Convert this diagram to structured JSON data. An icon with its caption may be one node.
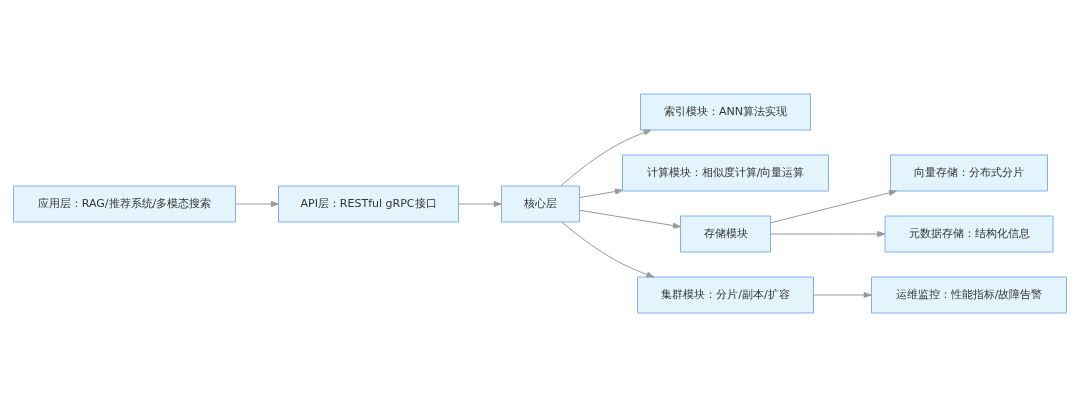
{
  "diagram": {
    "nodes": [
      {
        "text": [
          "应用层：RAG/推荐系统/多模态搜索"
        ]
      },
      {
        "text": [
          "API层：RESTful gRPC接口"
        ]
      },
      {
        "text": [
          "核心层"
        ]
      },
      {
        "text": [
          "索引模块：ANN算法实现"
        ]
      },
      {
        "text": [
          "计算模块：相似度计算/向量运算"
        ]
      },
      {
        "text": [
          "存储模块"
        ]
      },
      {
        "text": [
          "向量存储：分布式分片"
        ]
      },
      {
        "text": [
          "元数据存储：结构化信息"
        ]
      },
      {
        "text": [
          "集群模块：分片/副本/扩容"
        ]
      },
      {
        "text": [
          "运维监控：性能指标/故障告警"
        ]
      }
    ],
    "edges": [
      {
        "from": 0,
        "to": 1,
        "arrow": "to"
      },
      {
        "from": 1,
        "to": 2,
        "arrow": "to"
      },
      {
        "from": 2,
        "to": 3,
        "arrow": "to"
      },
      {
        "from": 2,
        "to": 4,
        "arrow": "to"
      },
      {
        "from": 2,
        "to": 5,
        "arrow": "to"
      },
      {
        "from": 2,
        "to": 8,
        "arrow": "to"
      },
      {
        "from": 5,
        "to": 6,
        "arrow": "to"
      },
      {
        "from": 5,
        "to": 7,
        "arrow": "to"
      },
      {
        "from": 8,
        "to": 9,
        "arrow": "to"
      }
    ]
  }
}
